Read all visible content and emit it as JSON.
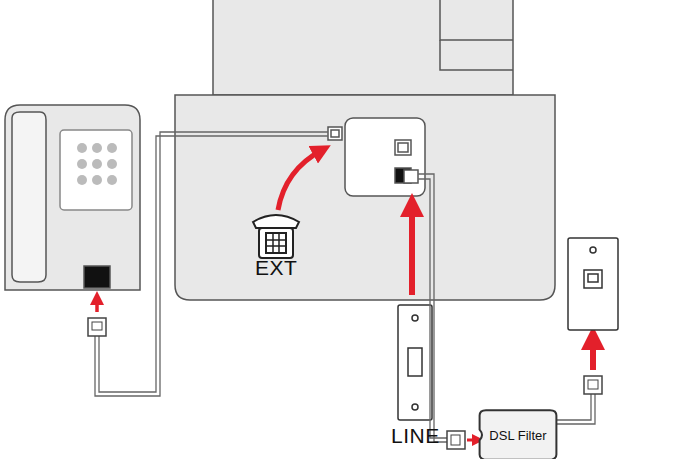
{
  "diagram": {
    "nodes": [
      {
        "text": [
          "DSL Filter"
        ]
      }
    ],
    "labels": [
      "EXT",
      "LINE"
    ]
  }
}
